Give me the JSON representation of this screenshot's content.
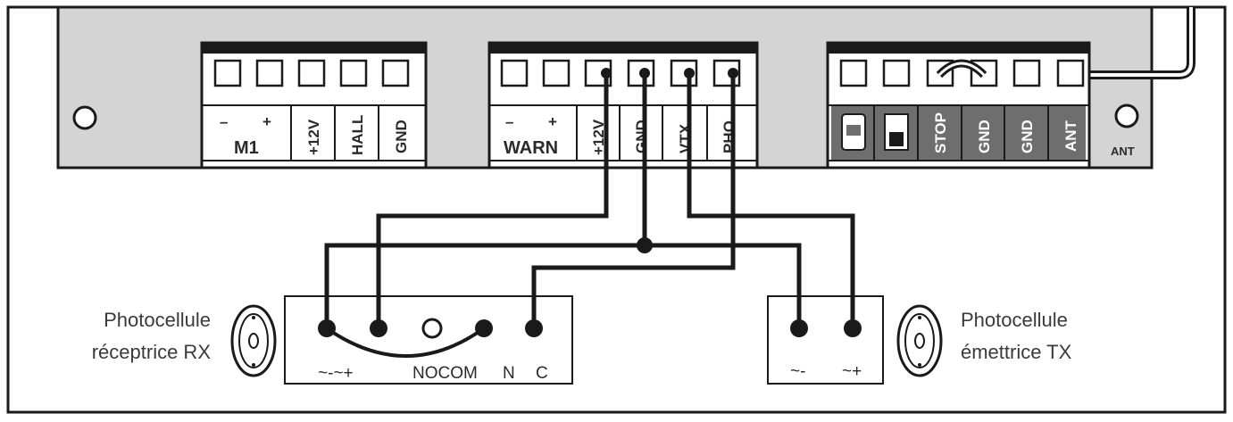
{
  "board": {
    "connector_m1": {
      "minus": "–",
      "plus": "+",
      "m1": "M1",
      "v12": "+12V",
      "hall": "HALL",
      "gnd": "GND"
    },
    "connector_warn": {
      "minus": "–",
      "plus": "+",
      "warn": "WARN",
      "v12": "+12V",
      "gnd": "GND",
      "vtx": "VTX",
      "pho": "PHO"
    },
    "connector_right": {
      "stop": "STOP",
      "gnd1": "GND",
      "gnd2": "GND",
      "ant": "ANT"
    },
    "antenna_label": "ANT"
  },
  "receiver": {
    "title_line1": "Photocellule",
    "title_line2": "réceptrice RX",
    "terminals_left": "~-~+",
    "terminals_nocom": "NOCOM",
    "terminal_n": "N",
    "terminal_c": "C"
  },
  "emitter": {
    "title_line1": "Photocellule",
    "title_line2": "émettrice TX",
    "terminal_minus": "~-",
    "terminal_plus": "~+"
  },
  "colors": {
    "board": "#d4d4d4",
    "line": "#1a1a1a",
    "dark_terminal": "#6e6e6e"
  }
}
